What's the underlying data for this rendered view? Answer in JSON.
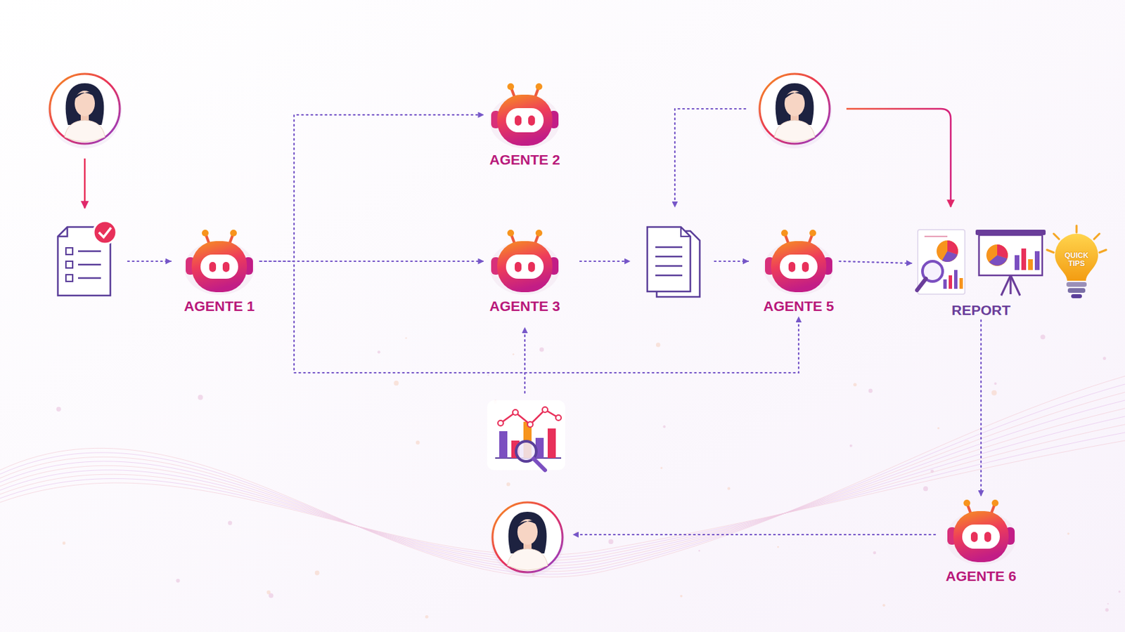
{
  "diagram": {
    "nodes": [
      {
        "text": [
          "AGENTE 1"
        ]
      },
      {
        "text": [
          "AGENTE 2"
        ]
      },
      {
        "text": [
          "AGENTE 3"
        ]
      },
      {
        "text": [
          "AGENTE 5"
        ]
      },
      {
        "text": [
          "REPORT"
        ]
      },
      {
        "text": [
          "AGENTE 6"
        ]
      }
    ],
    "edges": [
      {
        "from": 0,
        "to": 1,
        "arrow": "to"
      },
      {
        "from": 0,
        "to": 2,
        "arrow": "to"
      },
      {
        "from": 0,
        "to": 3,
        "arrow": "to"
      },
      {
        "from": 3,
        "to": 4,
        "arrow": "to"
      },
      {
        "from": 4,
        "to": 5,
        "arrow": "to"
      }
    ],
    "labels": [
      "QUICK TIPS"
    ]
  }
}
